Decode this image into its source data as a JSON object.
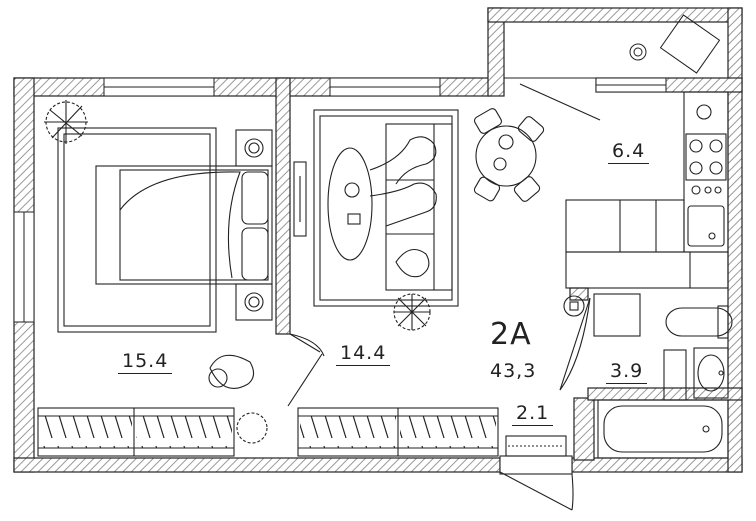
{
  "apartment": {
    "type": "2А",
    "total_area": "43,3"
  },
  "rooms": [
    {
      "id": "bedroom",
      "area": "15.4"
    },
    {
      "id": "living",
      "area": "14.4"
    },
    {
      "id": "kitchen",
      "area": "6.4"
    },
    {
      "id": "bathroom",
      "area": "3.9"
    },
    {
      "id": "hall",
      "area": "2.1"
    }
  ],
  "colors": {
    "line": "#222222",
    "wall_hatch": "#9a9a9a",
    "background": "#ffffff"
  }
}
